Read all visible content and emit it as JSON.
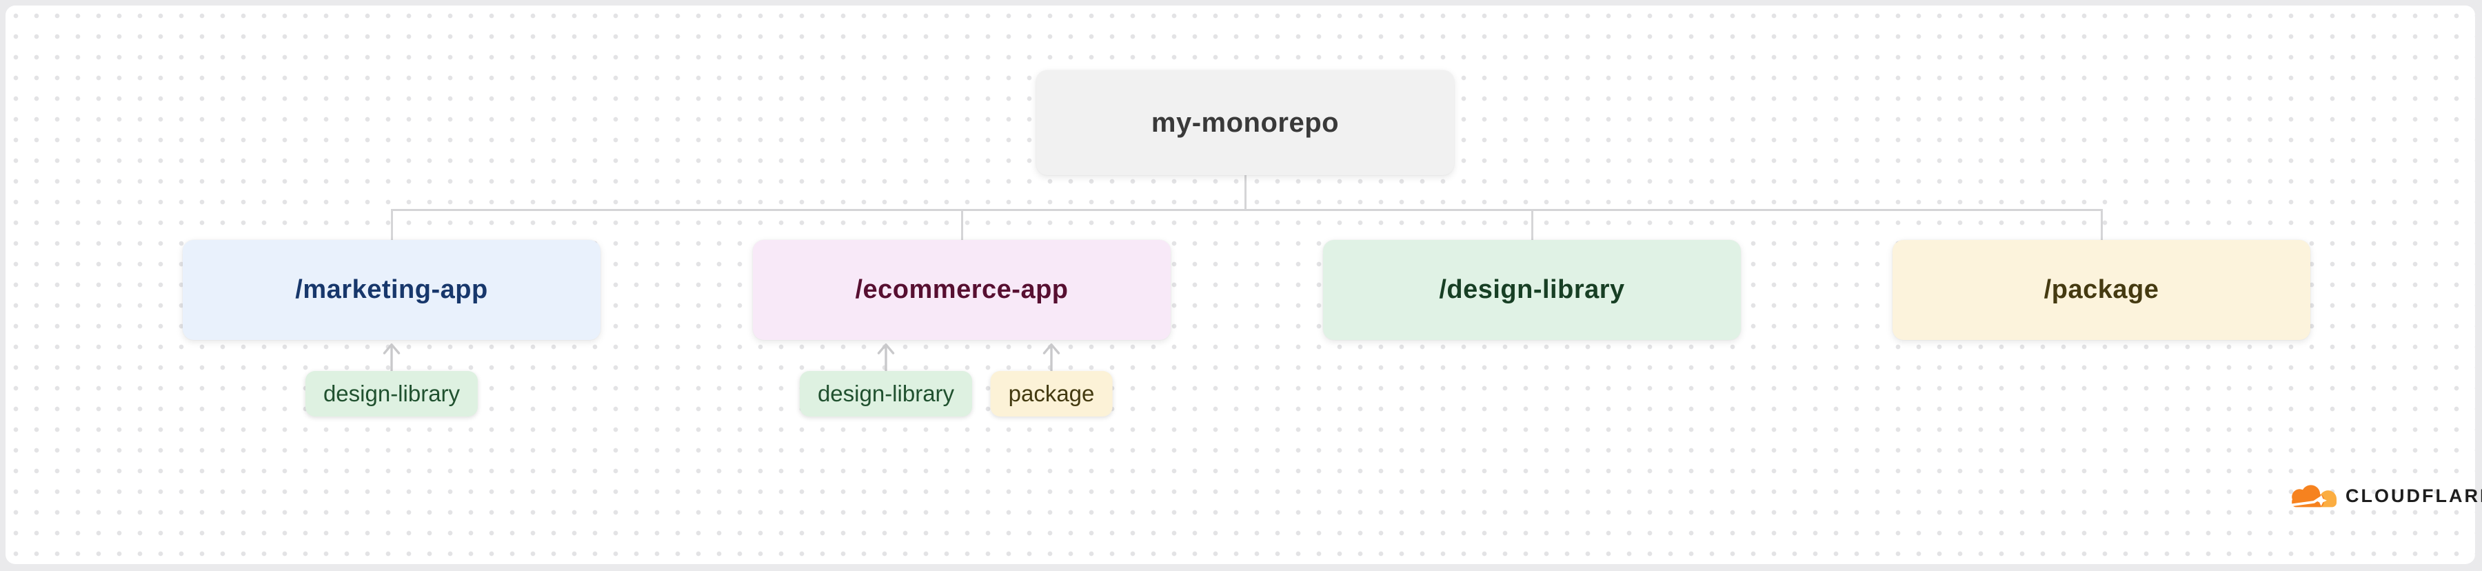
{
  "diagram": {
    "root_node": {
      "label": "my-monorepo",
      "bg": "#f1f1f1",
      "text_color": "#393939"
    },
    "app_nodes": [
      {
        "label": "/marketing-app",
        "bg": "#e9f1fc",
        "text_color": "#17376b"
      },
      {
        "label": "/ecommerce-app",
        "bg": "#f8e9f8",
        "text_color": "#570f31"
      },
      {
        "label": "/design-library",
        "bg": "#e0f2e5",
        "text_color": "#173f24"
      },
      {
        "label": "/package",
        "bg": "#fcf3dc",
        "text_color": "#453a11"
      }
    ],
    "dependency_tags": [
      {
        "label": "design-library",
        "parent": "/marketing-app",
        "bg": "#def1e1",
        "text_color": "#20512f"
      },
      {
        "label": "design-library",
        "parent": "/ecommerce-app",
        "bg": "#def1e1",
        "text_color": "#20512f"
      },
      {
        "label": "package",
        "parent": "/ecommerce-app",
        "bg": "#fcf2d7",
        "text_color": "#433a10"
      }
    ],
    "connector_color": "#d5d5d7",
    "arrow_color": "#c9c9cb",
    "canvas_dot_color": "#e3e3e5"
  },
  "branding": {
    "logo_text": "CLOUDFLARE",
    "logo_icon": "cloudflare-cloud-icon",
    "cloud_main_color": "#F6821F",
    "cloud_light_color": "#FBAD41",
    "wordmark_color": "#1d1d1d"
  }
}
